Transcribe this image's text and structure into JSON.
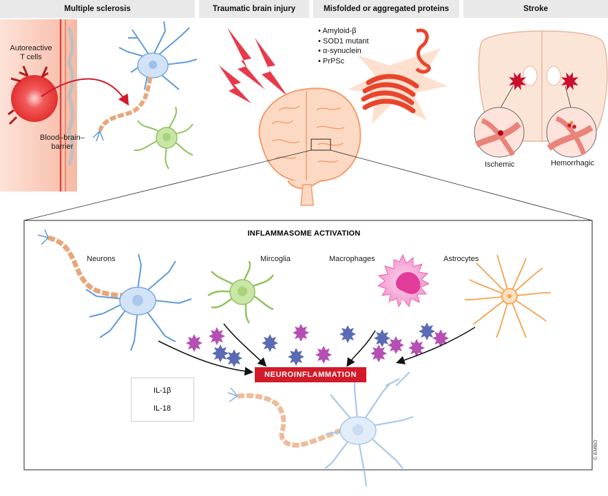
{
  "headers": {
    "ms": "Multiple sclerosis",
    "tbi": "Traumatic brain injury",
    "misfolded": "Misfolded or aggregated proteins",
    "stroke": "Stroke"
  },
  "ms_labels": {
    "t_cells": "Autoreactive\nT cells",
    "bbb": "Blood–brain–\nbarrier"
  },
  "proteins": [
    "Amyloid-β",
    "SOD1 mutant",
    "α-synuclein",
    "PrPSc"
  ],
  "stroke_labels": {
    "ischemic": "Ischemic",
    "hemorrhagic": "Hemorrhagic"
  },
  "activation": {
    "title": "INFLAMMASOME ACTIVATION",
    "neurons": "Neurons",
    "microglia": "Mircoglia",
    "macrophages": "Macrophages",
    "astrocytes": "Astrocytes"
  },
  "outcome": "NEUROINFLAMMATION",
  "legend": {
    "il1b": "IL-1β",
    "il18": "IL-18"
  },
  "copyright": "© EMBO",
  "colors": {
    "header_bg": "#e9e9e9",
    "red": "#d21a2a",
    "brain": "#f6a37a",
    "neuron": "#a9c8ea",
    "microglia": "#a5d16d",
    "macrophage": "#ea5fb3",
    "astrocyte": "#f5a24c",
    "il1b": "#b54fb4",
    "il18": "#5b6bb3"
  }
}
